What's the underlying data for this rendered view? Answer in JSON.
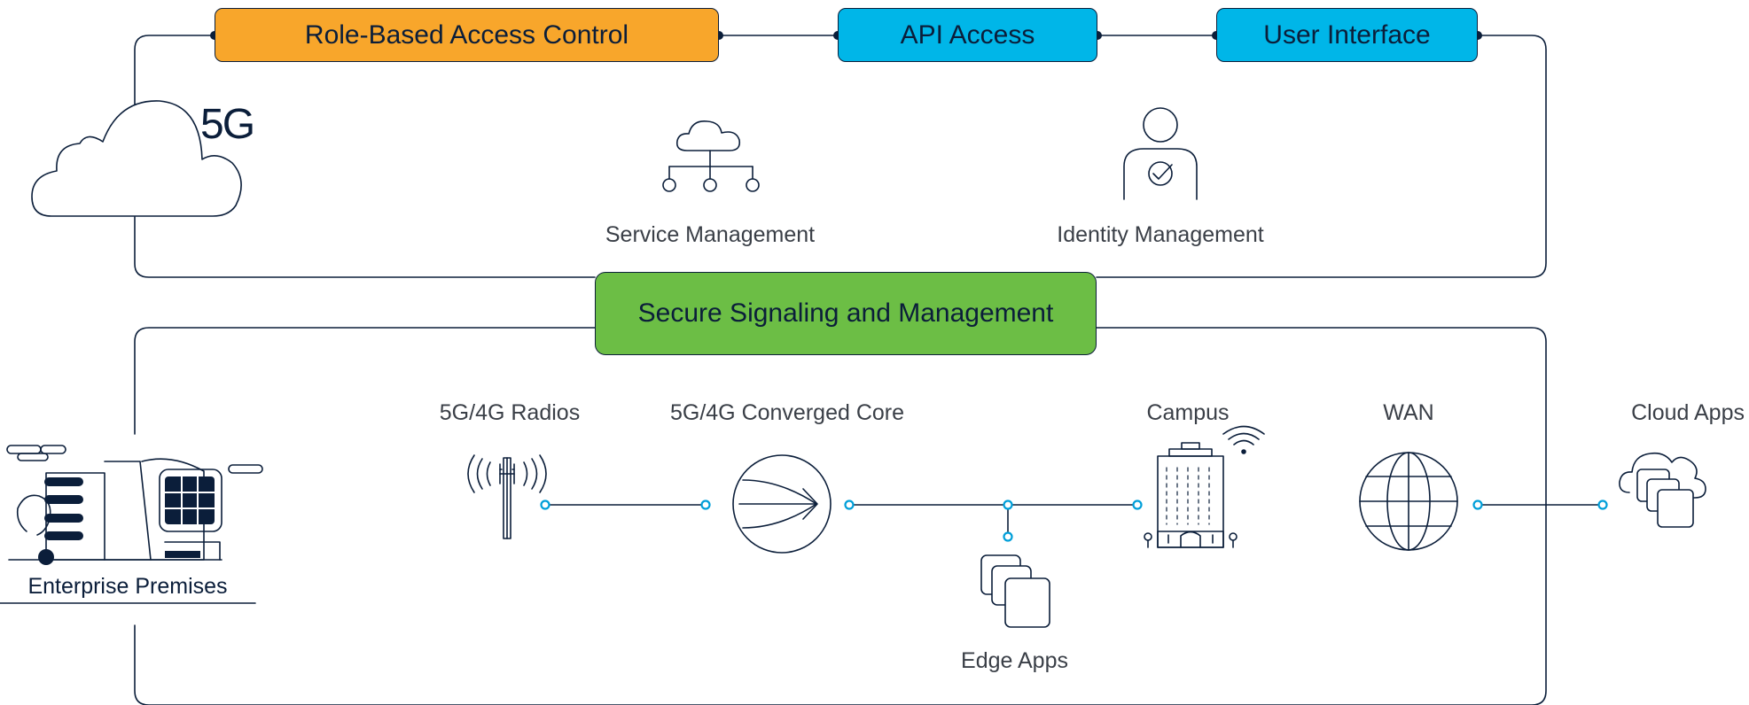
{
  "colors": {
    "rbac_fill": "#f8a62b",
    "api_fill": "#00b6e8",
    "ui_fill": "#00b6e8",
    "signaling_fill": "#6cbe45",
    "line": "#0b1e3a",
    "node_dot": "#009fd9",
    "text": "#3a3f47"
  },
  "top": {
    "rbac_label": "Role-Based Access Control",
    "api_label": "API Access",
    "ui_label": "User Interface",
    "fiveg_label": "5G",
    "service_mgmt_label": "Service Management",
    "identity_mgmt_label": "Identity Management"
  },
  "middle": {
    "signaling_label": "Secure Signaling and Management"
  },
  "bottom": {
    "radios_label": "5G/4G Radios",
    "core_label": "5G/4G Converged Core",
    "campus_label": "Campus",
    "wan_label": "WAN",
    "cloud_apps_label": "Cloud Apps",
    "edge_apps_label": "Edge Apps",
    "enterprise_label": "Enterprise Premises"
  },
  "icons": {
    "cloud": "cloud-icon",
    "service_management": "cloud-network-icon",
    "identity_management": "person-check-icon",
    "radio": "radio-antenna-icon",
    "core": "converged-core-icon",
    "edge_apps": "stacked-apps-icon",
    "campus": "building-wifi-icon",
    "wan": "globe-icon",
    "cloud_apps": "cloud-apps-icon",
    "enterprise": "enterprise-building-icon"
  }
}
